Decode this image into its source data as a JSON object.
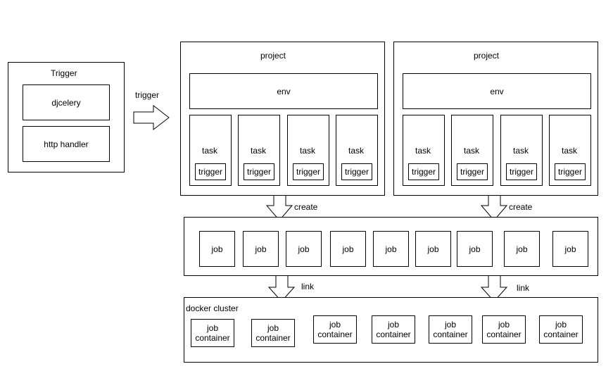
{
  "trigger_box": {
    "title": "Trigger",
    "items": [
      "djcelery",
      "http handler"
    ]
  },
  "trigger_arrow_label": "trigger",
  "projects": [
    {
      "title": "project",
      "env": "env",
      "tasks": [
        {
          "label": "task",
          "trigger": "trigger"
        },
        {
          "label": "task",
          "trigger": "trigger"
        },
        {
          "label": "task",
          "trigger": "trigger"
        },
        {
          "label": "task",
          "trigger": "trigger"
        }
      ]
    },
    {
      "title": "project",
      "env": "env",
      "tasks": [
        {
          "label": "task",
          "trigger": "trigger"
        },
        {
          "label": "task",
          "trigger": "trigger"
        },
        {
          "label": "task",
          "trigger": "trigger"
        },
        {
          "label": "task",
          "trigger": "trigger"
        }
      ]
    }
  ],
  "create_labels": [
    "create",
    "create"
  ],
  "jobs": [
    "job",
    "job",
    "job",
    "job",
    "job",
    "job",
    "job",
    "job",
    "job"
  ],
  "link_labels": [
    "link",
    "link"
  ],
  "docker_cluster": {
    "title": "docker cluster",
    "containers": [
      {
        "line1": "job",
        "line2": "container"
      },
      {
        "line1": "job",
        "line2": "container"
      },
      {
        "line1": "job",
        "line2": "container"
      },
      {
        "line1": "job",
        "line2": "container"
      },
      {
        "line1": "job",
        "line2": "container"
      },
      {
        "line1": "job",
        "line2": "container"
      },
      {
        "line1": "job",
        "line2": "container"
      }
    ]
  }
}
